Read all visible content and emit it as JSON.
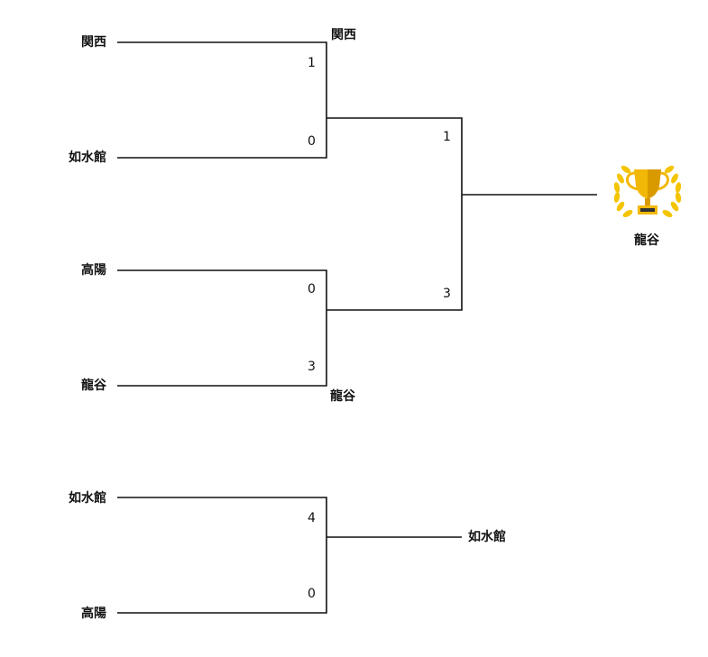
{
  "main_bracket": {
    "semi1": {
      "top_team": "関西",
      "top_score": "1",
      "bottom_team": "如水館",
      "bottom_score": "0",
      "winner": "関西"
    },
    "semi2": {
      "top_team": "高陽",
      "top_score": "0",
      "bottom_team": "龍谷",
      "bottom_score": "3",
      "winner": "龍谷"
    },
    "final": {
      "top_score": "1",
      "bottom_score": "3"
    },
    "champion": "龍谷",
    "trophy_icon": "trophy-icon"
  },
  "third_place": {
    "top_team": "如水館",
    "top_score": "4",
    "bottom_team": "高陽",
    "bottom_score": "0",
    "winner": "如水館"
  },
  "colors": {
    "line": "#111111",
    "trophy_gold": "#f2b807",
    "trophy_dark": "#d99a00",
    "laurel": "#f5c400"
  }
}
